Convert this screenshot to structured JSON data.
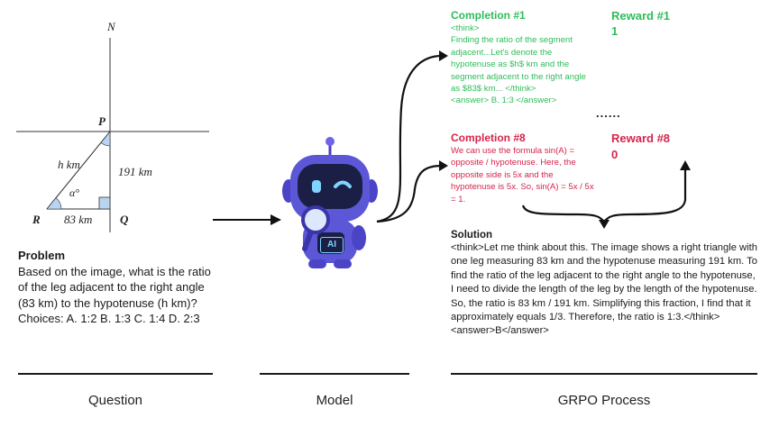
{
  "figure": {
    "labels": {
      "n": "N",
      "p": "P",
      "q": "Q",
      "r": "R",
      "hyp": "h km",
      "side": "191 km",
      "base": "83 km",
      "angle": "α°"
    }
  },
  "problem": {
    "title": "Problem",
    "text": "Based on the image, what is the ratio of the leg adjacent to the right angle (83 km) to the hypotenuse (h km)? Choices: A. 1:2 B. 1:3 C. 1:4 D. 2:3"
  },
  "completion1": {
    "title": "Completion #1",
    "text": "<think>\nFinding the ratio of the segment adjacent...Let's denote the hypotenuse as $h$ km and the segment adjacent to the right angle as $83$ km... </think>\n<answer> B. 1:3 </answer>"
  },
  "reward1": {
    "title": "Reward #1",
    "value": "1"
  },
  "ellipsis": "......",
  "completion8": {
    "title": "Completion #8",
    "text": "We can use the formula sin(A) = opposite / hypotenuse. Here, the opposite side is 5x and the hypotenuse is 5x. So, sin(A) = 5x / 5x = 1."
  },
  "reward8": {
    "title": "Reward #8",
    "value": "0"
  },
  "robot": {
    "badge": "AI"
  },
  "solution": {
    "title": "Solution",
    "text": "<think>Let me think about this. The image shows a right triangle with one leg measuring 83 km and the hypotenuse measuring 191 km. To find the ratio of the leg adjacent to the right angle to the hypotenuse, I need to divide the length of the leg by the length of the hypotenuse. So, the ratio is 83 km / 191 km. Simplifying this fraction, I find that it approximately equals 1/3. Therefore, the ratio is 1:3.</think>\n<answer>B</answer>"
  },
  "captions": {
    "question": "Question",
    "model": "Model",
    "grpo": "GRPO Process"
  },
  "colors": {
    "green": "#2ebd59",
    "red": "#d6244c",
    "robot": "#5b57d6"
  }
}
